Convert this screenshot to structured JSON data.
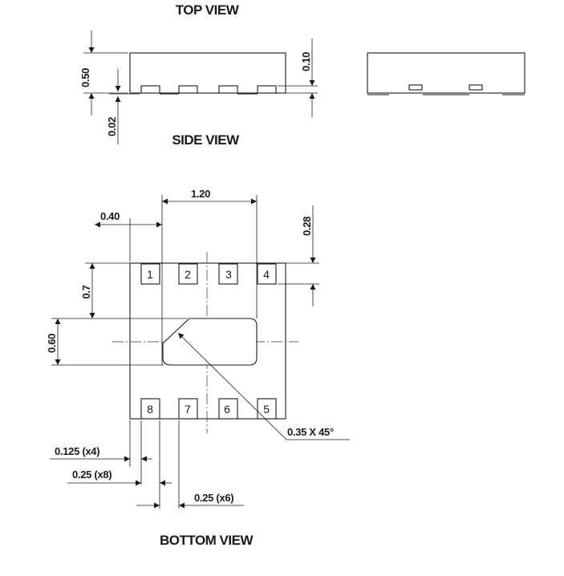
{
  "views": {
    "top_view_title": "TOP VIEW",
    "side_view_title": "SIDE VIEW",
    "bottom_view_title": "BOTTOM VIEW"
  },
  "side_dims": {
    "height": "0.50",
    "pad_height": "0.10",
    "standoff": "0.02"
  },
  "bottom_dims": {
    "pad_pitch_span": "1.20",
    "edge_offset": "0.40",
    "pad_length": "0.28",
    "row_offset": "0.7",
    "center_pad_height": "0.60",
    "chamfer": "0.35  X  45°",
    "pad_width_note": "0.125   (x4)",
    "pad_size_note": "0.25   (x8)",
    "pad_gap_note": "0.25   (x6)"
  },
  "pins": {
    "top_row": [
      "1",
      "2",
      "3",
      "4"
    ],
    "bottom_row": [
      "8",
      "7",
      "6",
      "5"
    ]
  }
}
